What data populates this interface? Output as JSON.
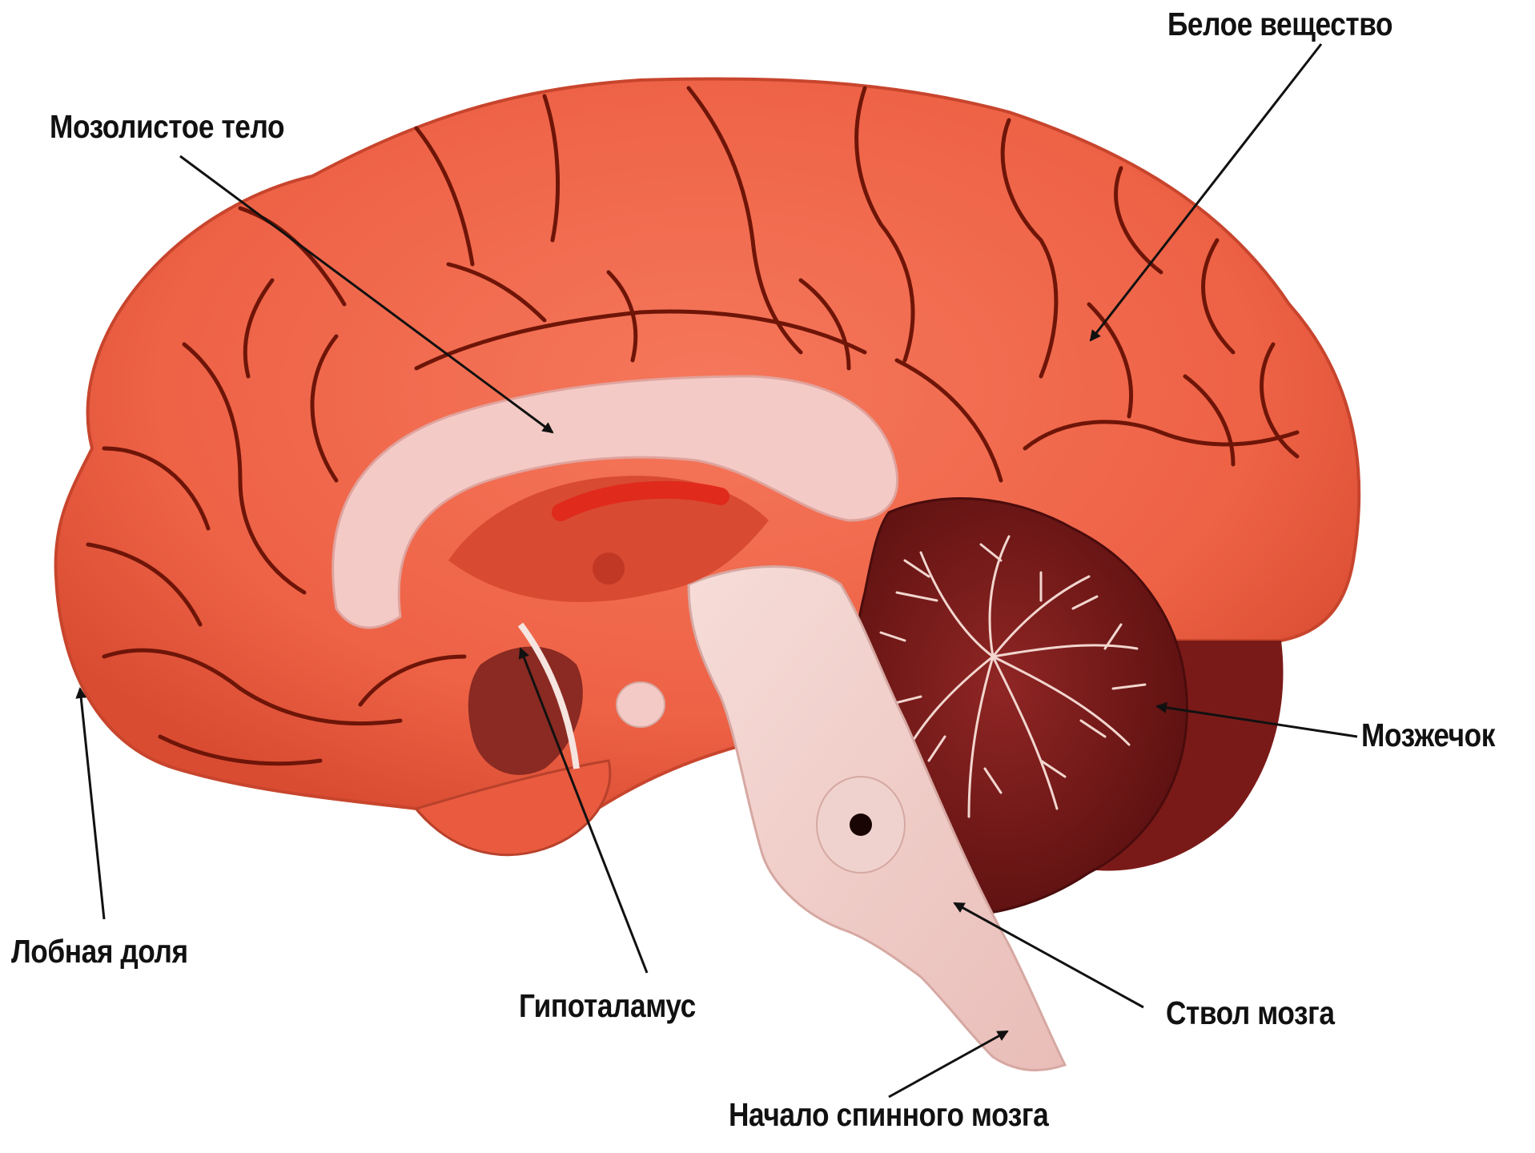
{
  "labels": {
    "white_matter": "Белое вещество",
    "corpus_callosum": "Мозолистое тело",
    "cerebellum": "Мозжечок",
    "frontal_lobe": "Лобная доля",
    "hypothalamus": "Гипоталамус",
    "brain_stem": "Ствол мозга",
    "spinal_cord_start": "Начало спинного мозга"
  },
  "colors": {
    "cortex": "#f0664a",
    "cortex_dark": "#c23a24",
    "sulcus": "#6e1508",
    "corpus_callosum": "#f4c9c5",
    "brain_stem": "#f0cfcb",
    "cerebellum": "#7e1e1c",
    "thalamus_red": "#e02a1c",
    "arrow": "#111111"
  }
}
